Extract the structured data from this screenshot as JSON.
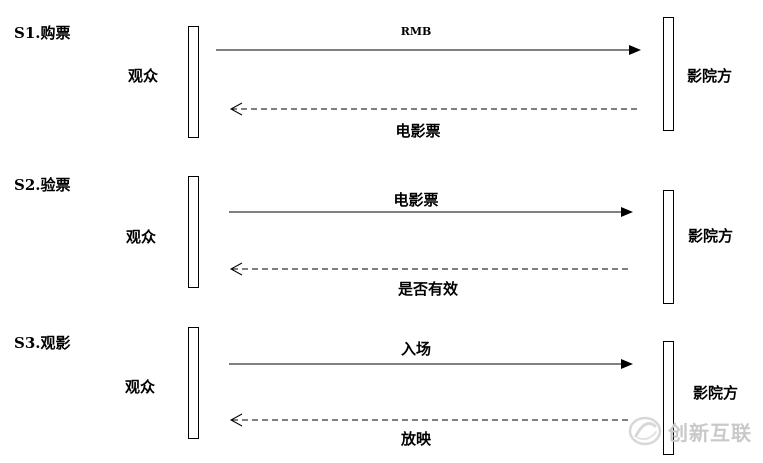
{
  "sections": [
    {
      "step": "S1.购票",
      "actor_left": "观众",
      "actor_right": "影院方",
      "msg_forward": "RMB",
      "msg_return": "电影票"
    },
    {
      "step": "S2.验票",
      "actor_left": "观众",
      "actor_right": "影院方",
      "msg_forward": "电影票",
      "msg_return": "是否有效"
    },
    {
      "step": "S3.观影",
      "actor_left": "观众",
      "actor_right": "影院方",
      "msg_forward": "入场",
      "msg_return": "放映"
    }
  ],
  "watermark": {
    "text": "创新互联",
    "icon": "brand-logo-icon",
    "color": "#c9c9c9"
  }
}
